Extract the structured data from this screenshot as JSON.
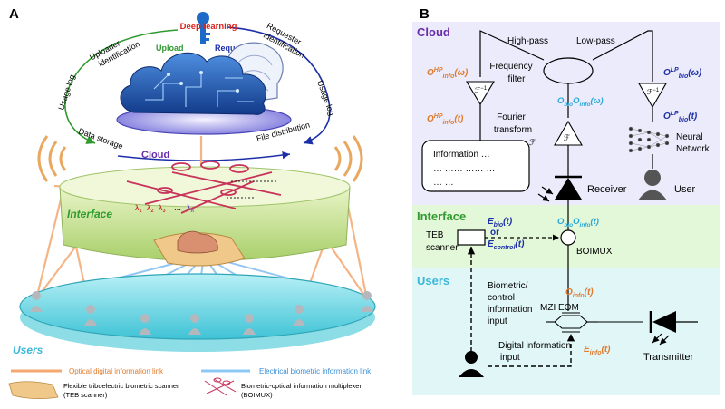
{
  "panel_a": {
    "label": "A",
    "cycle": {
      "deep_learning": "Deep learning",
      "upload": "Upload",
      "request": "Request",
      "uploader_identification": [
        "Uploader",
        "identification"
      ],
      "requester_identification": [
        "Requester",
        "identification"
      ],
      "usage_log_left": "Usage log",
      "usage_log_right": "Usage log",
      "data_storage": "Data storage",
      "file_distribution": "File distribution"
    },
    "layers": {
      "cloud": "Cloud",
      "interface": "Interface",
      "users": "Users"
    },
    "wavelengths": {
      "l1": "λ",
      "l2": "λ",
      "l3": "λ",
      "ln": "λ",
      "s1": "1",
      "s2": "2",
      "s3": "3",
      "sn": "n",
      "dots": "…"
    },
    "legend": {
      "optical": "Optical digital information link",
      "electrical": "Electrical biometric information link",
      "teb_line1": "Flexible triboelectric biometric scanner",
      "teb_line2": "(TEB scanner)",
      "boimux_line1": "Biometric-optical information multiplexer",
      "boimux_line2": "(BOIMUX)"
    }
  },
  "panel_b": {
    "label": "B",
    "sections": {
      "cloud": "Cloud",
      "interface": "Interface",
      "users": "Users"
    },
    "high_pass": "High-pass",
    "low_pass": "Low-pass",
    "frequency_filter": [
      "Frequency",
      "filter"
    ],
    "fourier_transform": [
      "Fourier",
      "transform"
    ],
    "script_f": "ℱ",
    "inverse_f": "ℱ",
    "inverse_sup": "−1",
    "ohp_w": {
      "main": "O",
      "sup": "HP",
      "sub": "info",
      "arg": "(ω)"
    },
    "ohp_t": {
      "main": "O",
      "sup": "HP",
      "sub": "info",
      "arg": "(t)"
    },
    "olp_w": {
      "main": "O",
      "sup": "LP",
      "sub": "bio",
      "arg": "(ω)"
    },
    "olp_t": {
      "main": "O",
      "sup": "LP",
      "sub": "bio",
      "arg": "(t)"
    },
    "obio_oinfo_w": {
      "o": "O",
      "bio": "bio",
      "o2": "O",
      "info": "info",
      "arg": "(ω)"
    },
    "obio_oinfo_t": {
      "o": "O",
      "bio": "bio",
      "o2": "O",
      "info": "info",
      "arg": "(t)"
    },
    "information_box": [
      "Information …",
      "… …… …… …",
      "… …"
    ],
    "neural_network": [
      "Neural",
      "Network"
    ],
    "receiver": "Receiver",
    "user": "User",
    "ebio": {
      "main": "E",
      "sub": "bio",
      "arg": "(t)"
    },
    "or": "or",
    "econtrol": {
      "main": "E",
      "sub": "control",
      "arg": "(t)"
    },
    "teb_scanner": [
      "TEB",
      "scanner"
    ],
    "boimux": "BOIMUX",
    "oinfo": {
      "main": "O",
      "sub": "info",
      "arg": "(t)"
    },
    "biometric_input": [
      "Biometric/",
      "control",
      "information",
      "input"
    ],
    "mzi_eom": "MZI EOM",
    "digital_input": [
      "Digital information",
      "input"
    ],
    "einfo": {
      "main": "E",
      "sub": "info",
      "arg": "(t)"
    },
    "transmitter": "Transmitter"
  }
}
